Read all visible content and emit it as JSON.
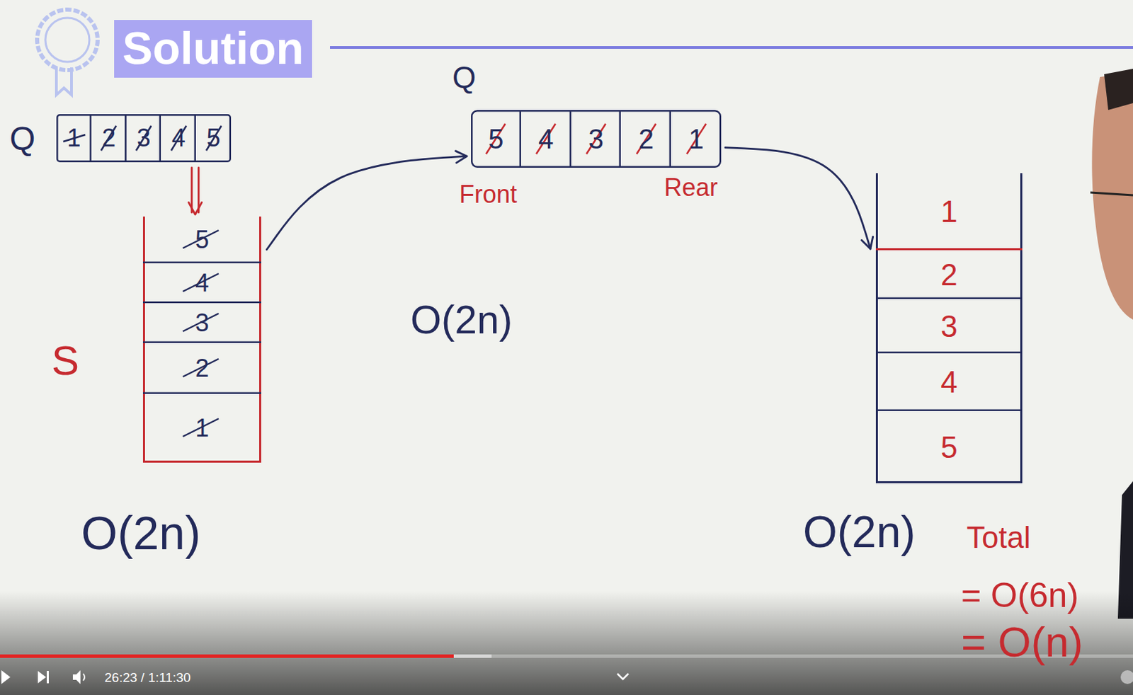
{
  "diagram": {
    "title": "Solution",
    "nodes": [
      {
        "text": [
          "Q"
        ]
      },
      {
        "text": [
          "1"
        ],
        "in": 0
      },
      {
        "text": [
          "2"
        ],
        "in": 0
      },
      {
        "text": [
          "3"
        ],
        "in": 0
      },
      {
        "text": [
          "4"
        ],
        "in": 0
      },
      {
        "text": [
          "5"
        ],
        "in": 0
      },
      {
        "text": [
          "S"
        ]
      },
      {
        "text": [
          "5"
        ],
        "in": 6
      },
      {
        "text": [
          "4"
        ],
        "in": 6
      },
      {
        "text": [
          "3"
        ],
        "in": 6
      },
      {
        "text": [
          "2"
        ],
        "in": 6
      },
      {
        "text": [
          "1"
        ],
        "in": 6
      },
      {
        "text": [
          "Q"
        ]
      },
      {
        "text": [
          "5"
        ],
        "in": 12
      },
      {
        "text": [
          "4"
        ],
        "in": 12
      },
      {
        "text": [
          "3"
        ],
        "in": 12
      },
      {
        "text": [
          "2"
        ],
        "in": 12
      },
      {
        "text": [
          "1"
        ],
        "in": 12
      },
      {
        "text": []
      },
      {
        "text": [
          "1"
        ],
        "in": 18
      },
      {
        "text": [
          "2"
        ],
        "in": 18
      },
      {
        "text": [
          "3"
        ],
        "in": 18
      },
      {
        "text": [
          "4"
        ],
        "in": 18
      },
      {
        "text": [
          "5"
        ],
        "in": 18
      }
    ],
    "edges": [
      {
        "from": 0,
        "to": 6,
        "arrow": "to"
      },
      {
        "from": 6,
        "to": 12,
        "arrow": "to"
      },
      {
        "from": 12,
        "to": 18,
        "arrow": "to"
      }
    ],
    "labels": [
      "Front",
      "Rear",
      "O(2n)",
      "O(2n)",
      "O(2n)",
      "Total",
      "= O(6n)",
      "= O(n)",
      "26:23 / 1:11:30"
    ]
  }
}
